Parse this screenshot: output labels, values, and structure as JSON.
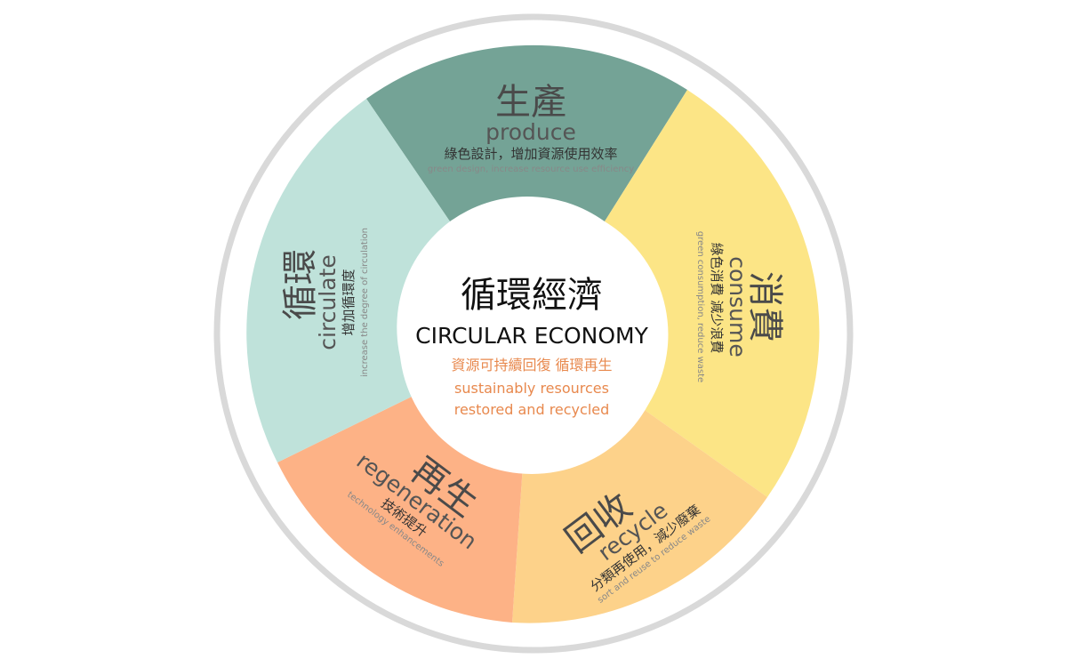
{
  "diagram": {
    "center": {
      "title_cjk": "循環經濟",
      "title_en": "CIRCULAR ECONOMY",
      "subtitle_cjk": "資源可持續回復 循環再生",
      "subtitle_en_line1": "sustainably resources",
      "subtitle_en_line2": "restored and recycled",
      "color": "#ffffff",
      "subtitle_color": "#e8894e"
    },
    "segments": [
      {
        "id": "produce",
        "title_cjk": "生產",
        "title_en": "produce",
        "desc_cjk": "綠色設計，增加資源使用效率",
        "desc_en": "green design, increase resource use efficiency",
        "color": "#74a396"
      },
      {
        "id": "consume",
        "title_cjk": "消費",
        "title_en": "consume",
        "desc_cjk": "綠色消費 減少浪費",
        "desc_en": "green consumption, reduce waste",
        "color": "#fce586"
      },
      {
        "id": "recycle",
        "title_cjk": "回收",
        "title_en": "recycle",
        "desc_cjk": "分類再使用，減少廢棄",
        "desc_en": "sort and reuse to reduce waste",
        "color": "#fdd28a"
      },
      {
        "id": "regeneration",
        "title_cjk": "再生",
        "title_en": "regeneration",
        "desc_cjk": "技術提升",
        "desc_en": "technology enhancements",
        "color": "#fdb286"
      },
      {
        "id": "circulate",
        "title_cjk": "循環",
        "title_en": "circulate",
        "desc_cjk": "增加循環度",
        "desc_en": "increase the degree of circulation",
        "color": "#bfe2da"
      }
    ],
    "outer_ring_color": "#d9d9d9"
  }
}
